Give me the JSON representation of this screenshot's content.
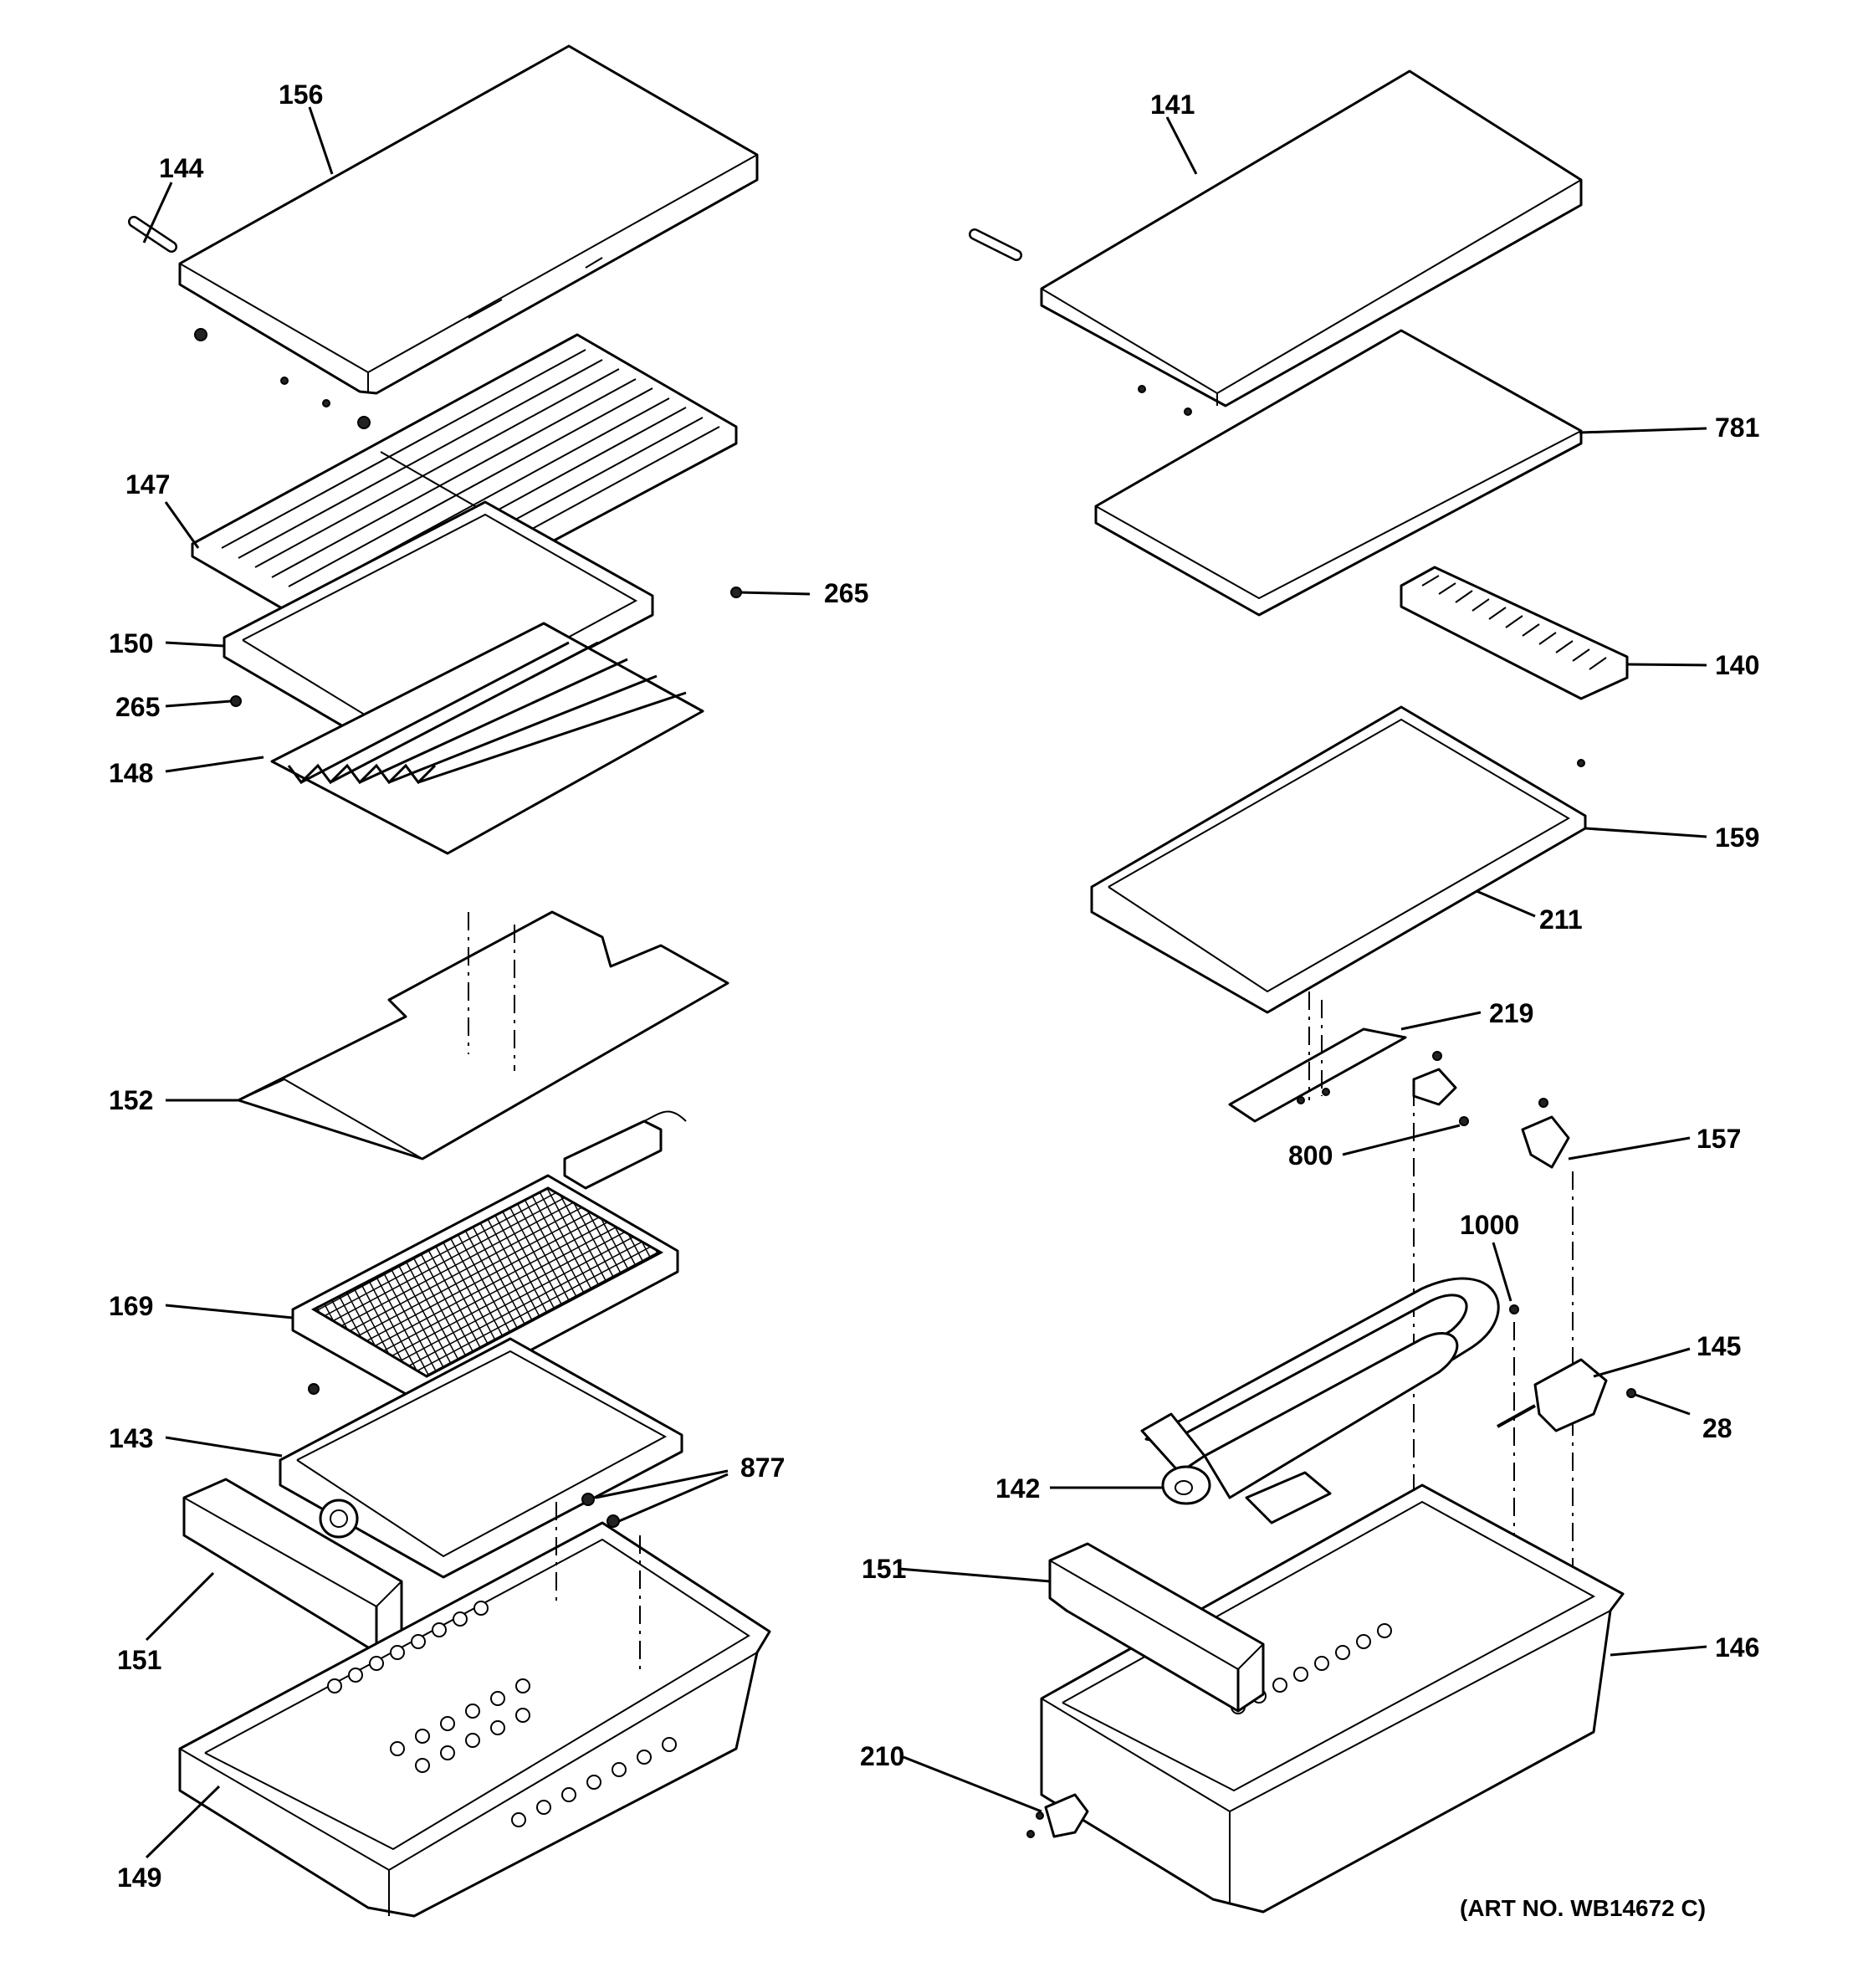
{
  "callouts": {
    "c156": "156",
    "c144": "144",
    "c147": "147",
    "c265a": "265",
    "c150": "150",
    "c265b": "265",
    "c148": "148",
    "c152": "152",
    "c169": "169",
    "c143": "143",
    "c877": "877",
    "c151a": "151",
    "c149": "149",
    "c141": "141",
    "c781": "781",
    "c140": "140",
    "c159": "159",
    "c211": "211",
    "c219": "219",
    "c800": "800",
    "c157": "157",
    "c1000": "1000",
    "c145": "145",
    "c28": "28",
    "c142": "142",
    "c151b": "151",
    "c146": "146",
    "c210": "210"
  },
  "art_number": "(ART NO. WB14672 C)",
  "icons": {
    "screw": "screw-icon",
    "mesh": "mesh-pattern"
  }
}
